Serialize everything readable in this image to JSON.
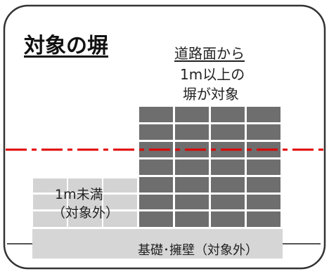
{
  "title": "対象の塀",
  "over_1m_label": {
    "line1": "道路面から",
    "line2": "1m以上の",
    "line3": "塀が対象"
  },
  "under_1m_label": {
    "line1": "1m未満",
    "line2": "（対象外）"
  },
  "base_label": "基礎･擁壁（対象外）",
  "colors": {
    "frame_border": "#333333",
    "dark_blocks": "#6e6e6e",
    "light_blocks": "#d3d3d3",
    "mortar": "#ffffff",
    "base": "#d6d6d6",
    "threshold_line": "#e00000"
  }
}
